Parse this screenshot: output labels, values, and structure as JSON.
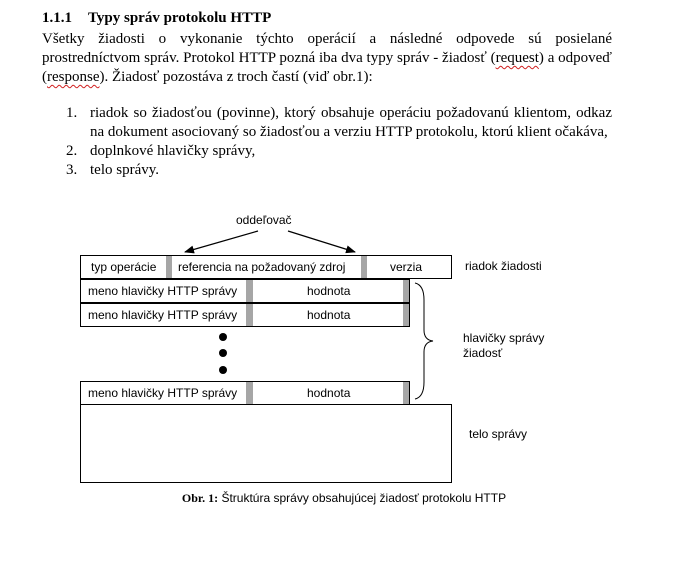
{
  "section": {
    "number": "1.1.1",
    "title": "Typy správ protokolu HTTP"
  },
  "paragraph": {
    "part1": "Všetky žiadosti o vykonanie týchto operácií a následné odpovede sú posielané prostredníctvom správ. Protokol HTTP pozná iba dva typy správ - žiadosť (",
    "word_request": "request",
    "part2": ") a odpoveď (",
    "word_response": "response",
    "part3": "). Žiadosť pozostáva z troch častí (viď obr.1):"
  },
  "list_items": [
    {
      "num": "1.",
      "text": "riadok so žiadosťou (povinne), ktorý obsahuje operáciu požadovanú klientom, odkaz na dokument asociovaný so žiadosťou a verziu HTTP protokolu, ktorú klient očakáva,"
    },
    {
      "num": "2.",
      "text": "doplnkové hlavičky správy,"
    },
    {
      "num": "3.",
      "text": "telo správy."
    }
  ],
  "diagram": {
    "separator_label": "oddeľovač",
    "request_line": {
      "operation": "typ operácie",
      "reference": "referencia na požadovaný zdroj",
      "version": "verzia",
      "label": "riadok žiadosti"
    },
    "header_rows": [
      {
        "name": "meno hlavičky HTTP správy",
        "value": "hodnota"
      },
      {
        "name": "meno hlavičky HTTP správy",
        "value": "hodnota"
      },
      {
        "name": "meno hlavičky HTTP správy",
        "value": "hodnota"
      }
    ],
    "headers_label_line1": "hlavičky správy",
    "headers_label_line2": "žiadosť",
    "body_label": "telo správy"
  },
  "caption": {
    "prefix": "Obr. 1:",
    "text": "Štruktúra správy obsahujúcej žiadosť protokolu HTTP"
  }
}
